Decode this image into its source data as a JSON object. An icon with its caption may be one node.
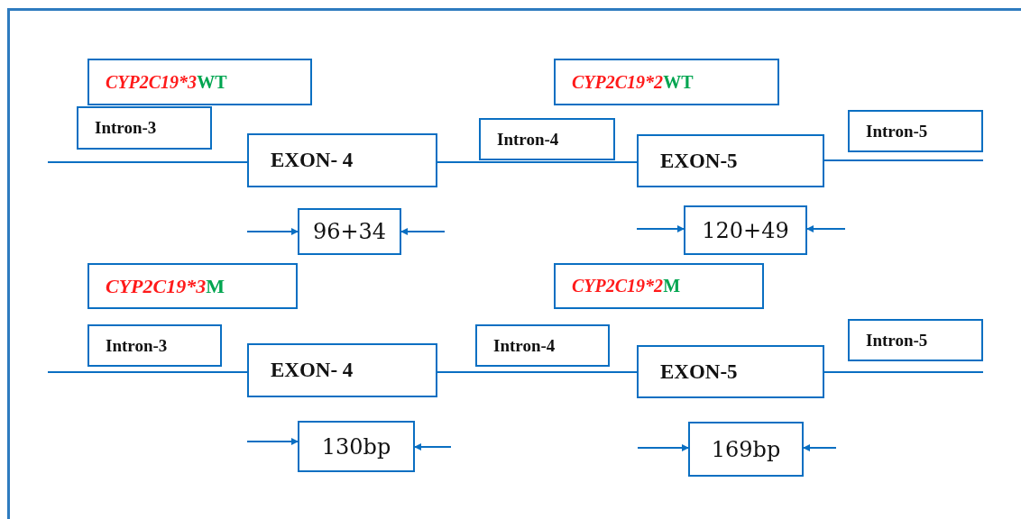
{
  "diagram": {
    "nodes": [
      {
        "text": [
          "CYP2C19*3WT"
        ]
      },
      {
        "text": [
          "CYP2C19*2WT"
        ]
      },
      {
        "text": [
          "Intron-3"
        ]
      },
      {
        "text": [
          "Intron-4"
        ]
      },
      {
        "text": [
          "Intron-5"
        ]
      },
      {
        "text": [
          "EXON- 4"
        ]
      },
      {
        "text": [
          "EXON-5"
        ]
      },
      {
        "text": [
          "96+34"
        ]
      },
      {
        "text": [
          "120+49"
        ]
      },
      {
        "text": [
          "CYP2C19*3M"
        ]
      },
      {
        "text": [
          "CYP2C19*2M"
        ]
      },
      {
        "text": [
          "Intron-3"
        ]
      },
      {
        "text": [
          "Intron-4"
        ]
      },
      {
        "text": [
          "Intron-5"
        ]
      },
      {
        "text": [
          "EXON- 4"
        ]
      },
      {
        "text": [
          "EXON-5"
        ]
      },
      {
        "text": [
          "130bp"
        ]
      },
      {
        "text": [
          "169bp"
        ]
      }
    ],
    "edges": [
      {
        "from": null,
        "to": 5,
        "arrow": "none"
      },
      {
        "from": 5,
        "to": 6,
        "arrow": "none"
      },
      {
        "from": 6,
        "to": 4,
        "arrow": "none"
      },
      {
        "from": null,
        "to": 7,
        "arrow": "to"
      },
      {
        "from": null,
        "to": 7,
        "arrow": "to"
      },
      {
        "from": null,
        "to": 8,
        "arrow": "to"
      },
      {
        "from": null,
        "to": 8,
        "arrow": "to"
      },
      {
        "from": null,
        "to": 14,
        "arrow": "none"
      },
      {
        "from": 14,
        "to": 15,
        "arrow": "none"
      },
      {
        "from": 15,
        "to": 13,
        "arrow": "none"
      },
      {
        "from": null,
        "to": 16,
        "arrow": "to"
      },
      {
        "from": null,
        "to": 16,
        "arrow": "to"
      },
      {
        "from": null,
        "to": 17,
        "arrow": "to"
      },
      {
        "from": null,
        "to": 17,
        "arrow": "to"
      }
    ]
  }
}
